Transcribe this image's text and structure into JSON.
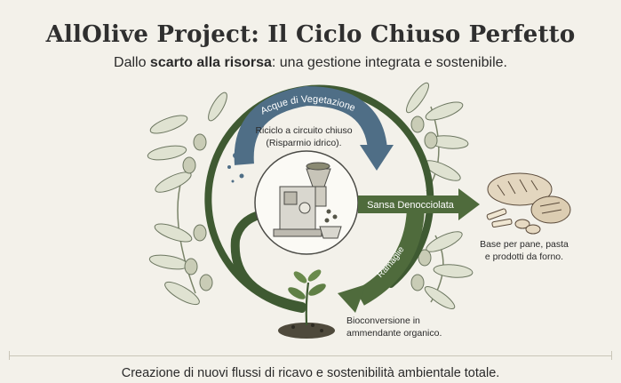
{
  "header": {
    "title": "AllOlive Project: Il Ciclo Chiuso Perfetto",
    "subtitle_pre": "Dallo ",
    "subtitle_bold": "scarto alla risorsa",
    "subtitle_post": ": una gestione integrata e sostenibile."
  },
  "flows": {
    "water_label": "Acque di Vegetazione",
    "water_note_1": "Riciclo a circuito chiuso",
    "water_note_2": "(Risparmio idrico).",
    "pomace_label": "Sansa Denocciolata",
    "pomace_note_1": "Base per pane, pasta",
    "pomace_note_2": "e prodotti da forno.",
    "branches_label": "Ramaglie",
    "branches_note_1": "Bioconversione in",
    "branches_note_2": "ammendante organico."
  },
  "footer": {
    "text": "Creazione di nuovi flussi di ricavo e sostenibilità ambientale totale."
  },
  "colors": {
    "water_blue": "#4f6e86",
    "flow_green": "#4f6b3c",
    "ring_green": "#3f5a32",
    "background": "#f3f1ea"
  }
}
